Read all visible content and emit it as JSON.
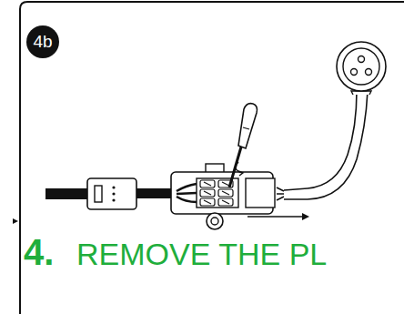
{
  "diagram": {
    "nodes": [
      {
        "text": [
          "4b"
        ]
      }
    ],
    "labels": [
      "4.",
      "REMOVE THE PL"
    ]
  }
}
